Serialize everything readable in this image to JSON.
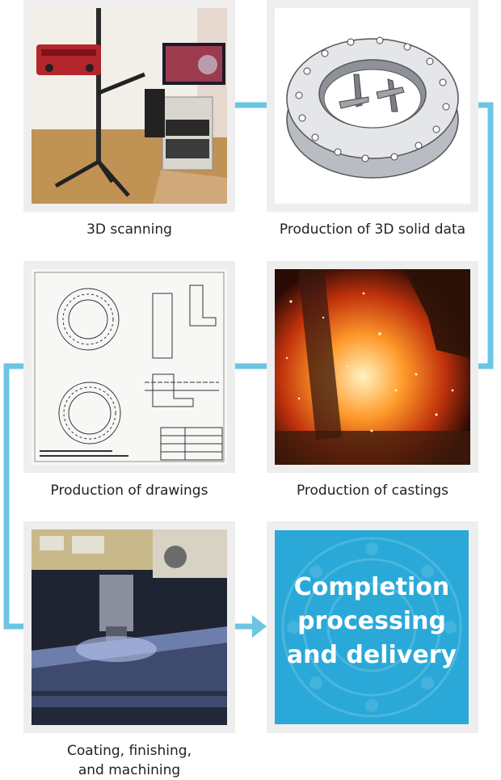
{
  "steps": [
    {
      "label": "3D scanning"
    },
    {
      "label": "Production of 3D solid data"
    },
    {
      "label": "Production of drawings"
    },
    {
      "label": "Production of castings"
    },
    {
      "label_line1": "Coating, finishing,",
      "label_line2": "and machining"
    }
  ],
  "final_step": {
    "line1": "Completion",
    "line2": "processing",
    "line3": "and delivery"
  },
  "colors": {
    "connector": "#6cc5e3",
    "final_bg": "#2aa9d8",
    "card_bg": "#eeeeee"
  }
}
